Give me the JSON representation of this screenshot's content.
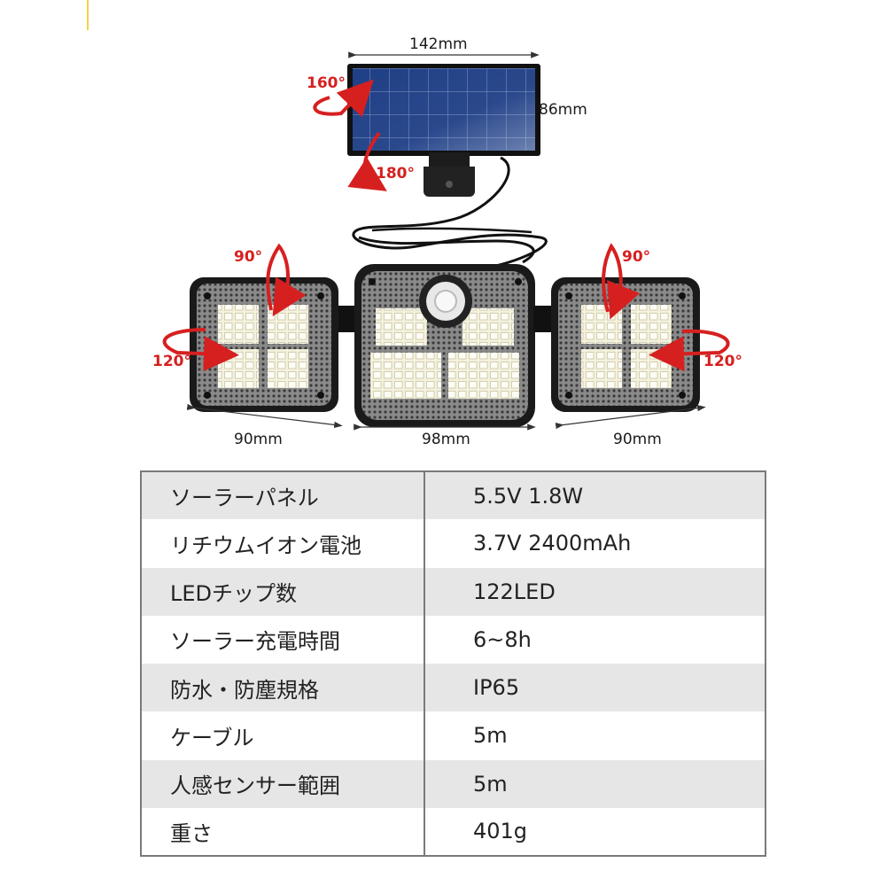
{
  "dimensions": {
    "panel_width": "142mm",
    "panel_height": "86mm",
    "left_light_width": "90mm",
    "center_light_width": "98mm",
    "right_light_width": "90mm"
  },
  "angles": {
    "panel_rotation": "160°",
    "panel_tilt": "180°",
    "left_tilt": "90°",
    "left_swivel": "120°",
    "right_tilt": "90°",
    "right_swivel": "120°"
  },
  "colors": {
    "angle_red": "#d62020",
    "table_shade": "#e6e6e6",
    "table_border": "#7a7a7a"
  },
  "specs": [
    {
      "label": "ソーラーパネル",
      "value": "5.5V 1.8W"
    },
    {
      "label": "リチウムイオン電池",
      "value": "3.7V 2400mAh"
    },
    {
      "label": "LEDチップ数",
      "value": "122LED"
    },
    {
      "label": "ソーラー充電時間",
      "value": "6~8h"
    },
    {
      "label": "防水・防塵規格",
      "value": "IP65"
    },
    {
      "label": "ケーブル",
      "value": "5m"
    },
    {
      "label": "人感センサー範囲",
      "value": "5m"
    },
    {
      "label": "重さ",
      "value": "401g"
    }
  ]
}
